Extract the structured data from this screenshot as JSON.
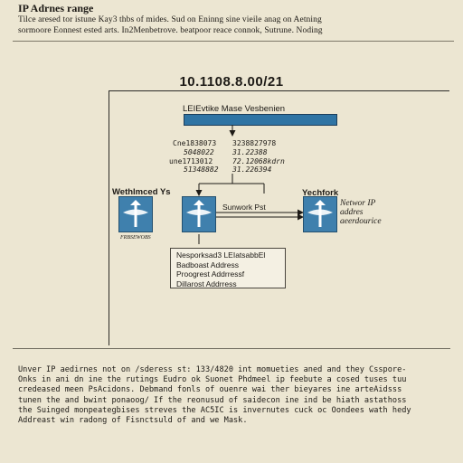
{
  "page": {
    "title": "IP Adrnes range",
    "intro_lines": [
      "Tilce aresed tor istune Kay3 thbs of mides. Sud on Eninng sine vieile anag on Aetning",
      "sormoore Eonnest ested arts. In2Menbetrove. beatpoor reace connok, Sutrune. Noding"
    ]
  },
  "diagram": {
    "title": "10.1108.8.00/21",
    "header_label": "LEIEvtike Mase Vesbenien",
    "range_lines": [
      {
        "left": "Cne1838073",
        "right": "3238827978"
      },
      {
        "left": "5048022",
        "right": "31.22388"
      },
      {
        "left": "une1713012",
        "right": "72.12068kdrn"
      },
      {
        "left": "51348882",
        "right": "31.226394"
      }
    ],
    "nodes": {
      "left": {
        "label": "Wethlmced Ys",
        "caption": "FRBSEWOBS"
      },
      "center": {
        "label": ""
      },
      "right": {
        "label": "Yechfork",
        "caption_lines": [
          "Networ IP",
          "addres",
          "aeerdourice"
        ]
      }
    },
    "link_label": "Sunwork Pst",
    "info_box_lines": [
      "Nesporksad3 LEIatsabbEl",
      "Badboast Address",
      "Proogrest Addrressf",
      "Dillarost Addrress"
    ],
    "colors": {
      "node_fill": "#3f80ad",
      "header_bar": "#2f74a4",
      "paper": "#ece6d2"
    },
    "icons": [
      "router-icon",
      "router-icon",
      "router-icon"
    ]
  },
  "body_lines": [
    "Unver IP aedirnes not on /sderess st: 133/4820 int momueties aned and they Csspore-",
    "Onks in ani dn ine the rutings Eudro ok Suonet Phdmeel ip feebute a cosed tuses tuu",
    "credeased meen PsAcidons. Debmand fonls of ouenre wai ther bieyares ine arteAidsss",
    "tunen the and bwint ponaoog/ If the reonusud of saidecon ine ind be hiath astathoss",
    "the Suinged monpeategbises streves the AC5IC is invernutes cuck oc Oondees wath hedy",
    "Addreast win radong of Fisnctsuld of and we Mask."
  ]
}
